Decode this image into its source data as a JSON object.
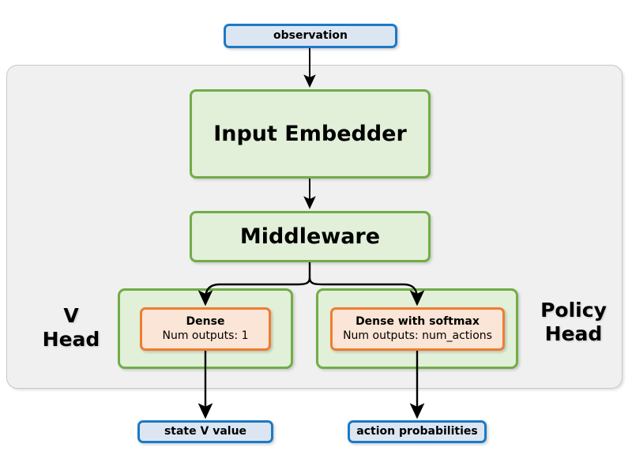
{
  "diagram": {
    "title_nodes": {
      "observation": "observation",
      "input_embedder": "Input Embedder",
      "middleware": "Middleware",
      "v_head_label": "V\nHead",
      "v_head_label_line1": "V",
      "v_head_label_line2": "Head",
      "policy_head_label_line1": "Policy",
      "policy_head_label_line2": "Head",
      "dense_title": "Dense",
      "dense_subtitle": "Num outputs: 1",
      "dense_softmax_title": "Dense with softmax",
      "dense_softmax_subtitle": "Num outputs: num_actions",
      "state_v_value": "state V value",
      "action_probabilities": "action probabilities"
    },
    "colors": {
      "blue_border": "#1b7ac6",
      "blue_fill": "#dce6f2",
      "green_border": "#70ad47",
      "green_fill": "#e2efd9",
      "orange_border": "#ed7d31",
      "orange_fill": "#fbe5d6",
      "container_fill": "#f0f0f0",
      "container_border": "#c8c8c8",
      "arrow": "#000000",
      "page_background": "#ffffff"
    },
    "edges": [
      {
        "from": "observation",
        "to": "input_embedder"
      },
      {
        "from": "input_embedder",
        "to": "middleware"
      },
      {
        "from": "middleware",
        "to": "dense"
      },
      {
        "from": "middleware",
        "to": "dense_with_softmax"
      },
      {
        "from": "dense",
        "to": "state_v_value"
      },
      {
        "from": "dense_with_softmax",
        "to": "action_probabilities"
      }
    ]
  }
}
